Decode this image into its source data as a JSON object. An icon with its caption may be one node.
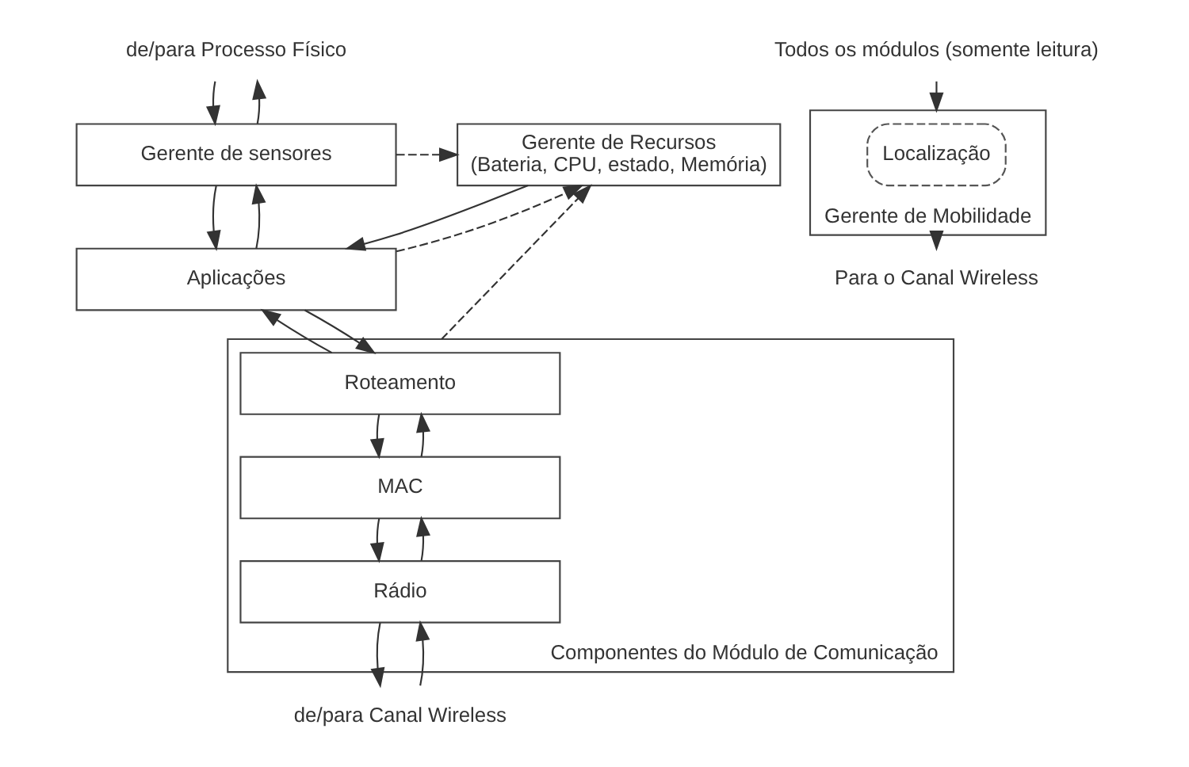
{
  "diagram": {
    "nodes": [
      {
        "text": [
          "de/para Processo Físico"
        ]
      },
      {
        "text": [
          "Gerente de sensores"
        ]
      },
      {
        "text": [
          "Aplicações"
        ]
      },
      {
        "text": [
          "Componentes do Módulo de Comunicação"
        ]
      },
      {
        "text": [
          "Roteamento"
        ],
        "in": 3
      },
      {
        "text": [
          "MAC"
        ],
        "in": 3
      },
      {
        "text": [
          "Rádio"
        ],
        "in": 3
      },
      {
        "text": [
          "de/para Canal Wireless"
        ]
      },
      {
        "text": [
          "Gerente de Recursos",
          "(Bateria, CPU, estado, Memória)"
        ]
      },
      {
        "text": [
          "Todos os módulos (somente leitura)"
        ]
      },
      {
        "text": [
          "Gerente de Mobilidade"
        ]
      },
      {
        "text": [
          "Localização"
        ],
        "in": 10
      },
      {
        "text": [
          "Para o Canal Wireless"
        ]
      }
    ],
    "edges": [
      {
        "from": 1,
        "to": 0,
        "arrow": "to"
      },
      {
        "from": 0,
        "to": 1,
        "arrow": "to"
      },
      {
        "from": 2,
        "to": 1,
        "arrow": "to"
      },
      {
        "from": 1,
        "to": 2,
        "arrow": "to"
      },
      {
        "from": 4,
        "to": 2,
        "arrow": "to"
      },
      {
        "from": 2,
        "to": 4,
        "arrow": "to"
      },
      {
        "from": 5,
        "to": 4,
        "arrow": "to"
      },
      {
        "from": 4,
        "to": 5,
        "arrow": "to"
      },
      {
        "from": 6,
        "to": 5,
        "arrow": "to"
      },
      {
        "from": 5,
        "to": 6,
        "arrow": "to"
      },
      {
        "from": 7,
        "to": 6,
        "arrow": "to"
      },
      {
        "from": 6,
        "to": 7,
        "arrow": "to"
      },
      {
        "from": 1,
        "to": 8,
        "arrow": "to",
        "style": "dashed"
      },
      {
        "from": 2,
        "to": 8,
        "arrow": "to",
        "style": "dashed"
      },
      {
        "from": 8,
        "to": 2,
        "arrow": "to"
      },
      {
        "from": 3,
        "to": 8,
        "arrow": "to",
        "style": "dashed"
      },
      {
        "from": 9,
        "to": 10,
        "arrow": "to"
      },
      {
        "from": 10,
        "to": 12,
        "arrow": "to"
      }
    ]
  }
}
